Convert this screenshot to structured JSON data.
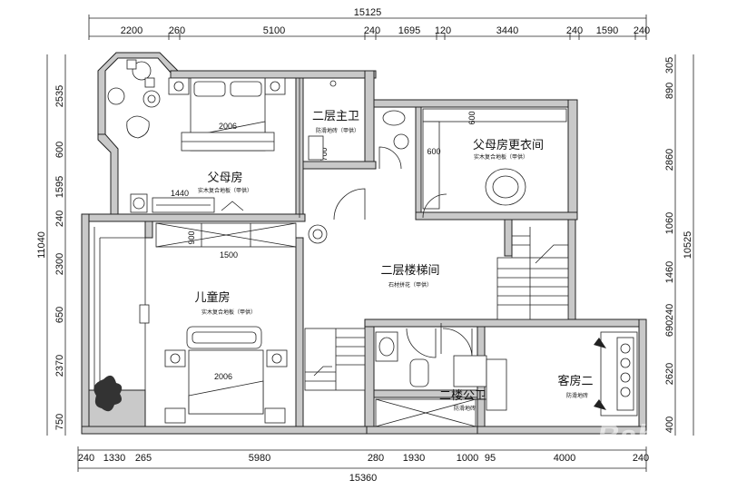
{
  "dimensions": {
    "top_total": "15125",
    "top_segments": [
      "2200",
      "260",
      "5100",
      "240",
      "1695",
      "120",
      "3440",
      "240",
      "1590",
      "240"
    ],
    "bottom_total": "15360",
    "bottom_segments": [
      "240",
      "1330",
      "265",
      "5980",
      "280",
      "1930",
      "1000",
      "95",
      "4000",
      "240"
    ],
    "left_total": "11040",
    "left_segments": [
      "2535",
      "600",
      "1595",
      "240",
      "2300",
      "650",
      "2370",
      "750"
    ],
    "right_total": "10525",
    "right_segments": [
      "305",
      "890",
      "2860",
      "1060",
      "1460",
      "240",
      "690",
      "2620",
      "400"
    ]
  },
  "rooms": {
    "master_bath": {
      "name": "二层主卫",
      "floor": "防滑地砖（甲供）"
    },
    "parents_room": {
      "name": "父母房",
      "floor": "实木复合地板（甲供）",
      "bed_width": "2006",
      "wardrobe_width": "1440"
    },
    "parents_closet": {
      "name": "父母房更衣间",
      "floor": "实木复合地板（甲供）"
    },
    "stair_hall": {
      "name": "二层楼梯间",
      "floor": "石材拼花（甲供）"
    },
    "kids_room": {
      "name": "儿童房",
      "floor": "实木复合地板（甲供）",
      "bed_width": "2006",
      "cabinet_width": "1500"
    },
    "public_bath": {
      "name": "二楼公卫",
      "floor": "防滑地砖"
    },
    "guest_room": {
      "name": "客房二",
      "floor": "防滑地砖"
    }
  },
  "annotations": {
    "bath_700": "700",
    "closet_600_a": "600",
    "closet_600_b": "600",
    "cab_900": "900"
  },
  "watermark": "Bab"
}
